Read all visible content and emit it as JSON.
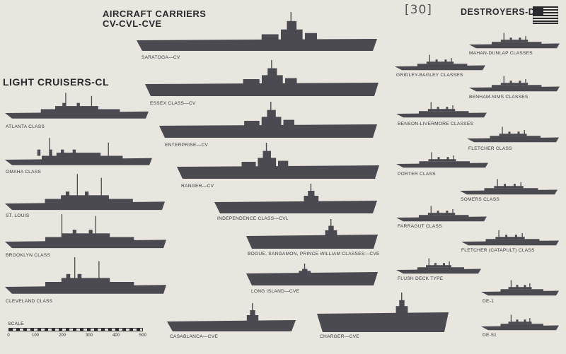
{
  "headings": {
    "carriers_line1": "AIRCRAFT CARRIERS",
    "carriers_line2": "CV-CVL-CVE",
    "cruisers": "LIGHT CRUISERS-CL",
    "destroyers": "DESTROYERS-DD"
  },
  "plate_number": "[30]",
  "colors": {
    "silhouette": "#4a4a50",
    "background": "#e9e6df",
    "text": "#2f2f33"
  },
  "icons": {
    "flag": "us-flag-icon"
  },
  "carriers": [
    {
      "label": "SARATOGA—CV",
      "kind": "big"
    },
    {
      "label": "ESSEX CLASS—CV",
      "kind": "big"
    },
    {
      "label": "ENTERPRISE—CV",
      "kind": "big"
    },
    {
      "label": "RANGER—CV",
      "kind": "big"
    },
    {
      "label": "INDEPENDENCE CLASS—CVL",
      "kind": "light"
    },
    {
      "label": "BOGUE, SANGAMON, PRINCE WILLIAM CLASSES—CVE",
      "kind": "escort"
    },
    {
      "label": "LONG ISLAND—CVE",
      "kind": "escort"
    },
    {
      "label": "CASABLANCA—CVE",
      "kind": "escort"
    },
    {
      "label": "CHARGER—CVE",
      "kind": "escort"
    }
  ],
  "cruisers": [
    {
      "label": "ATLANTA CLASS"
    },
    {
      "label": "OMAHA CLASS"
    },
    {
      "label": "ST. LOUIS"
    },
    {
      "label": "BROOKLYN CLASS"
    },
    {
      "label": "CLEVELAND CLASS"
    }
  ],
  "destroyers": [
    {
      "label": "MAHAN-DUNLAP CLASSES"
    },
    {
      "label": "GRIDLEY-BAGLEY CLASSES"
    },
    {
      "label": "BENHAM-SIMS CLASSES"
    },
    {
      "label": "BENSON-LIVERMORE CLASSES"
    },
    {
      "label": "FLETCHER CLASS"
    },
    {
      "label": "PORTER CLASS"
    },
    {
      "label": "SOMERS CLASS"
    },
    {
      "label": "FARRAGUT CLASS"
    },
    {
      "label": "FLETCHER (CATAPULT) CLASS"
    },
    {
      "label": "FLUSH DECK TYPE"
    },
    {
      "label": "DE-1"
    },
    {
      "label": "DE-51"
    }
  ],
  "scale": {
    "title": "SCALE",
    "ticks": [
      "0",
      "100",
      "200",
      "300",
      "400",
      "500"
    ]
  }
}
